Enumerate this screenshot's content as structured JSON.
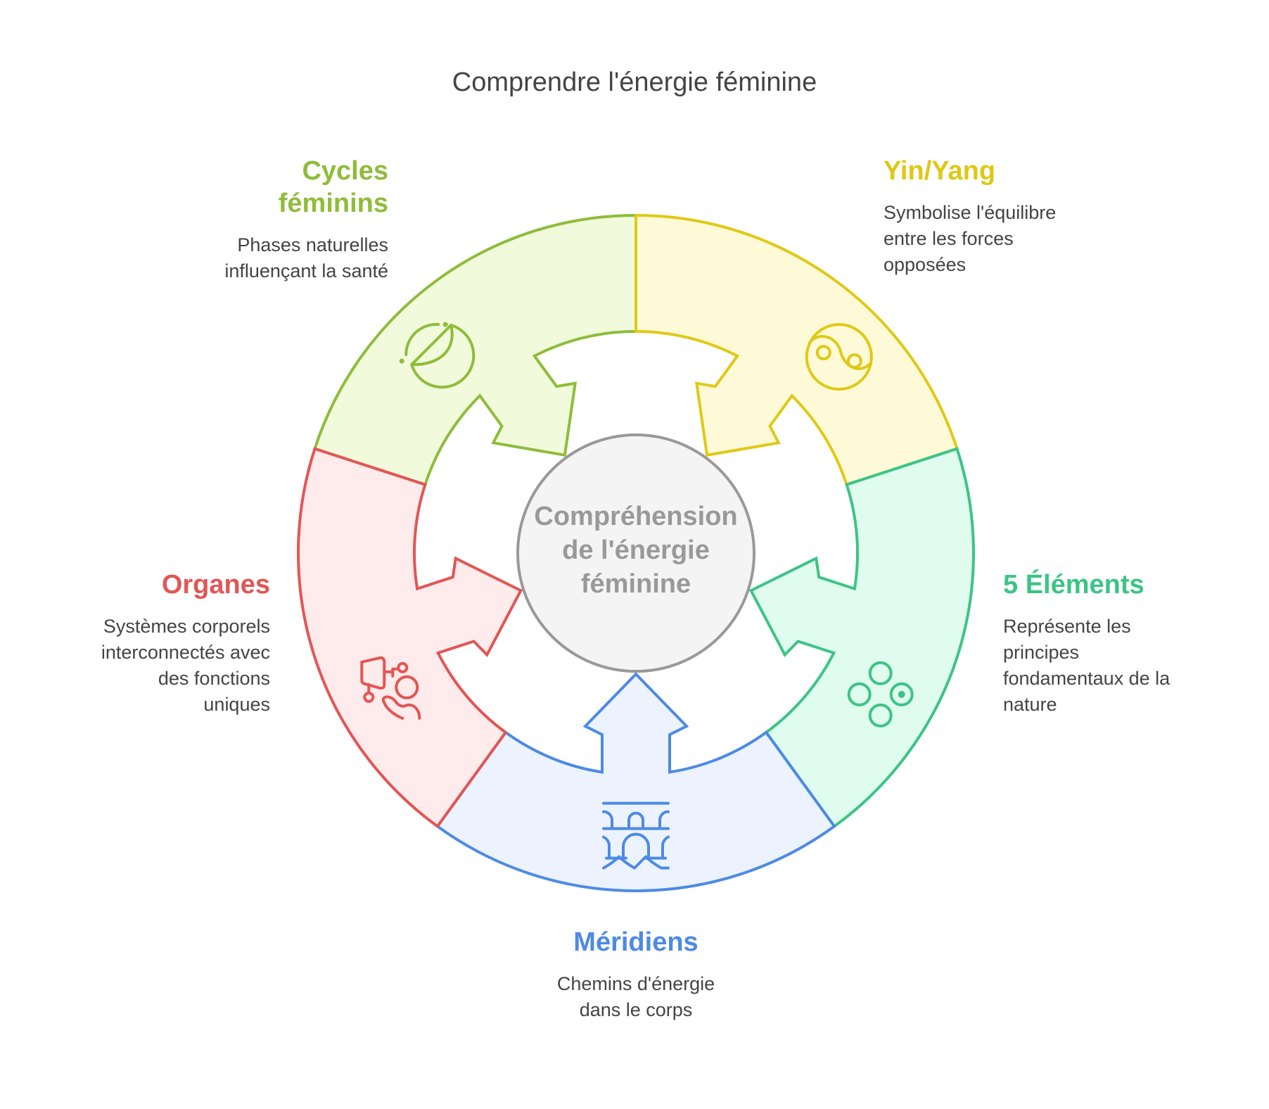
{
  "title": "Comprendre l'énergie féminine",
  "center": {
    "label": "Compréhension de l'énergie féminine",
    "lines": [
      "Compréhension",
      "de l'énergie",
      "féminine"
    ],
    "fill": "#f4f4f4",
    "stroke": "#999999"
  },
  "segments": [
    {
      "id": "cycles",
      "title_lines": [
        "Cycles",
        "féminins"
      ],
      "description_lines": [
        "Phases naturelles",
        "influençant la santé"
      ],
      "icon": "moon-phase-icon",
      "stroke": "#8fbc3a",
      "fill": "#f1fbdc",
      "text_color": "#8fbc3a"
    },
    {
      "id": "yin-yang",
      "title_lines": [
        "Yin/Yang"
      ],
      "description_lines": [
        "Symbolise l'équilibre",
        "entre les forces",
        "opposées"
      ],
      "icon": "yin-yang-icon",
      "stroke": "#e0c915",
      "fill": "#fefad8",
      "text_color": "#dfc815"
    },
    {
      "id": "five-elements",
      "title_lines": [
        "5 Éléments"
      ],
      "description_lines": [
        "Représente les",
        "principes",
        "fondamentaux de la",
        "nature"
      ],
      "icon": "four-circles-icon",
      "stroke": "#3cc486",
      "fill": "#e0fcee",
      "text_color": "#3cc486"
    },
    {
      "id": "meridiens",
      "title_lines": [
        "Méridiens"
      ],
      "description_lines": [
        "Chemins d'énergie",
        "dans le corps"
      ],
      "icon": "aqueduct-bridge-icon",
      "stroke": "#4d8ae6",
      "fill": "#ecf3fe",
      "text_color": "#4d8ae6"
    },
    {
      "id": "organes",
      "title_lines": [
        "Organes"
      ],
      "description_lines": [
        "Systèmes corporels",
        "interconnectés avec",
        "des fonctions",
        "uniques"
      ],
      "icon": "body-organ-network-icon",
      "stroke": "#e35555",
      "fill": "#feebeb",
      "text_color": "#e35555"
    }
  ]
}
